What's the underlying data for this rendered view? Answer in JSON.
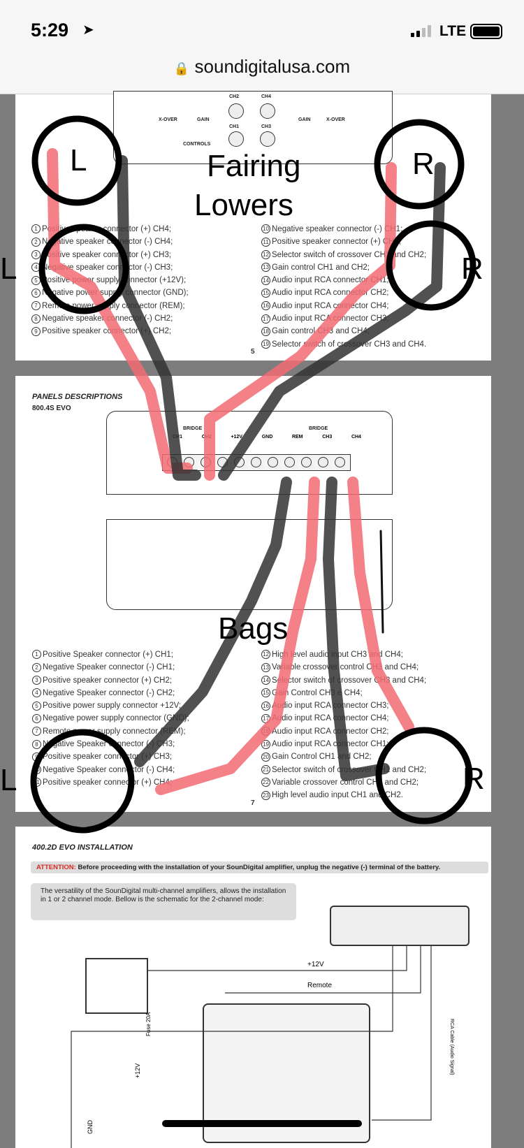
{
  "status_bar": {
    "time": "5:29",
    "network": "LTE",
    "url": "soundigitalusa.com"
  },
  "page5": {
    "page_number": "5",
    "left_list": [
      "Positive speaker connector (+) CH4;",
      "Negative speaker connector (-) CH4;",
      "Positive speaker connector (+) CH3;",
      "Negative speaker connector (-) CH3;",
      "Positive power supply connector (+12V);",
      "Negative power supply connector (GND);",
      "Remote power supply connector (REM);",
      "Negative speaker connector (-) CH2;",
      "Positive speaker connector (+) CH2;"
    ],
    "right_list": [
      "Negative speaker connector (-) CH1;",
      "Positive speaker connector (+) CH1;",
      "Selector switch of crossover CH1 and CH2;",
      "Gain control CH1 and CH2;",
      "Audio input RCA connector CH1;",
      "Audio input RCA connector CH2;",
      "Audio input RCA connector CH4;",
      "Audio input RCA connector CH3;",
      "Gain control CH3 and CH4;",
      "Selector switch of crossover CH3 and CH4."
    ],
    "left_nums": [
      "1",
      "2",
      "3",
      "4",
      "5",
      "6",
      "7",
      "8",
      "9"
    ],
    "right_nums": [
      "10",
      "11",
      "12",
      "13",
      "14",
      "15",
      "16",
      "17",
      "18",
      "19"
    ],
    "panel_labels": [
      "X-OVER",
      "GAIN",
      "CH1",
      "CH2",
      "CH3",
      "CH4",
      "GAIN",
      "X-OVER",
      "CONTROLS"
    ]
  },
  "page7": {
    "title": "PANELS DESCRIPTIONS",
    "model": "800.4S EVO",
    "page_number": "7",
    "terminal_labels": [
      "CH1",
      "CH2",
      "+12V",
      "GND",
      "REM",
      "CH3",
      "CH4"
    ],
    "bridge": "BRIDGE",
    "left_list": [
      "Positive Speaker connector (+) CH1;",
      "Negative Speaker connector (-) CH1;",
      "Positive speaker connector (+) CH2;",
      "Negative Speaker connector (-) CH2;",
      "Positive power supply connector +12V;",
      "Negative power supply connector (GND);",
      "Remote power supply connector (REM);",
      "Negative Speaker connector (-) CH3;",
      "Positive speaker connector (+) CH3;",
      "Negative Speaker connector (-) CH4;",
      "Positive speaker connector (+) CH4;"
    ],
    "right_list": [
      "High level audio input CH3 and CH4;",
      "Variable crossover control CH3 and CH4;",
      "Selector switch of crossover CH3 and CH4;",
      "Gain Control CH3 e CH4;",
      "Audio input RCA connector CH3;",
      "Audio input RCA connector CH4;",
      "Audio input RCA connector CH2;",
      "Audio input RCA connector CH1;",
      "Gain Control CH1 and CH2;",
      "Selector switch of crossover CH1 and CH2;",
      "Variable crossover control CH1 and CH2;",
      "High level audio input CH1 and CH2."
    ],
    "left_nums": [
      "1",
      "2",
      "3",
      "4",
      "5",
      "6",
      "7",
      "8",
      "9",
      "10",
      "11"
    ],
    "right_nums": [
      "12",
      "13",
      "14",
      "15",
      "16",
      "17",
      "18",
      "19",
      "20",
      "21",
      "22",
      "23"
    ]
  },
  "page_install": {
    "title": "400.2D EVO INSTALLATION",
    "attention_label": "ATTENTION:",
    "attention_text": "Before proceeding with the installation of your SounDigital amplifier, unplug the negative (-) terminal of the battery.",
    "info_text": "The versatility of the SounDigital multi-channel amplifiers, allows the installation in 1 or 2 channel mode. Bellow is the schematic for the 2-channel mode:",
    "wire_labels": {
      "v12": "+12V",
      "remote": "Remote",
      "fuse": "Fuse 20A",
      "rca": "RCA Cable (Audio Signal)",
      "gnd": "GND",
      "plus12": "+12V"
    }
  },
  "annotations": {
    "fairing": "Fairing",
    "lowers": "Lowers",
    "bags": "Bags",
    "left": "L",
    "right": "R"
  },
  "colors": {
    "red_wire": "#f26b73",
    "black_wire": "#333333",
    "attention": "#d9281e"
  }
}
